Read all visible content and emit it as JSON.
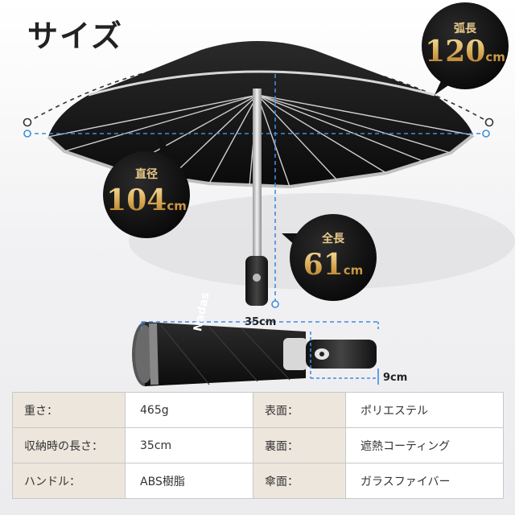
{
  "title": "サイズ",
  "callouts": {
    "arc_length": {
      "label": "弧長",
      "value": "120",
      "unit": "cm"
    },
    "diameter": {
      "label": "直径",
      "value": "104",
      "unit": "cm"
    },
    "total_length": {
      "label": "全長",
      "value": "61",
      "unit": "cm"
    }
  },
  "folded": {
    "length": "35cm",
    "diameter": "9cm",
    "brand": "Nadas"
  },
  "specs": [
    {
      "key": "重さ：",
      "value": "465g",
      "key2": "表面：",
      "value2": "ポリエステル"
    },
    {
      "key": "収納時の長さ：",
      "value": "35cm",
      "key2": "裏面：",
      "value2": "遮熱コーティング"
    },
    {
      "key": "ハンドル：",
      "value": "ABS樹脂",
      "key2": "傘面：",
      "value2": "ガラスファイバー"
    }
  ],
  "colors": {
    "accent_gold": "#d6a64f",
    "dimension_blue": "#3f8be0",
    "spec_key_bg": "#ede6dc"
  }
}
